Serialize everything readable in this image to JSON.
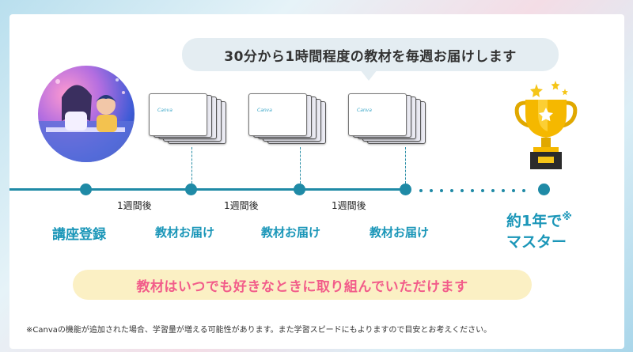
{
  "bubble": {
    "text": "30分から1時間程度の教材を毎週お届けします"
  },
  "timeline": {
    "intervals": [
      "1週間後",
      "1週間後",
      "1週間後"
    ],
    "steps": [
      "講座登録",
      "教材お届け",
      "教材お届け",
      "教材お届け"
    ],
    "goal": {
      "line1": "約1年で",
      "mark": "※",
      "line2": "マスター"
    }
  },
  "material": {
    "logo_text": "Canva"
  },
  "highlight": {
    "text": "教材はいつでも好きなときに取り組んでいただけます"
  },
  "footnote": {
    "text": "※Canvaの機能が追加された場合、学習量が増える可能性があります。また学習スピードにもよりますので目安とお考えください。"
  },
  "colors": {
    "accent": "#1f8aa6",
    "label": "#1a96b8",
    "highlight_text": "#f25c8a",
    "highlight_bg": "#fbf0c4"
  },
  "icons": {
    "goal": "trophy-icon",
    "start": "students-illustration"
  }
}
